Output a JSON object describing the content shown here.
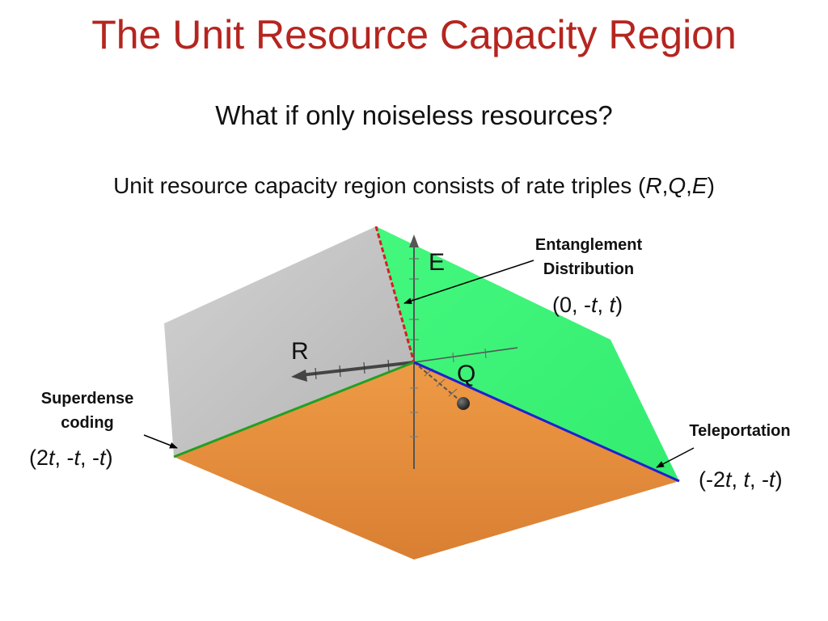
{
  "slide": {
    "title": "The Unit Resource Capacity Region",
    "subtitle": "What if only noiseless resources?",
    "description": {
      "text": "Unit resource capacity region consists of rate triples (",
      "r": "R",
      "comma1": ",",
      "q": "Q",
      "comma2": ",",
      "e": "E",
      "close": ")"
    }
  },
  "axes": {
    "e_label": "E",
    "r_label": "R",
    "q_label": "Q"
  },
  "labels": {
    "entanglement": {
      "line1": "Entanglement",
      "line2": "Distribution"
    },
    "superdense": {
      "line1": "Superdense",
      "line2": "coding"
    },
    "teleportation": {
      "line1": "Teleportation"
    }
  },
  "coordinates": {
    "entanglement": {
      "open": "(0, -",
      "t1": "t",
      "sep": ", ",
      "t2": "t",
      "close": ")"
    },
    "superdense": {
      "open": "(2",
      "t1": "t",
      "sep1": ", -",
      "t2": "t",
      "sep2": ", -",
      "t3": "t",
      "close": ")"
    },
    "teleportation": {
      "open": "(-2",
      "t1": "t",
      "sep1": ", ",
      "t2": "t",
      "sep2": ", -",
      "t3": "t",
      "close": ")"
    }
  },
  "colors": {
    "title": "#b5251f",
    "gray_face": "#c8c8c8",
    "green_face": "#3ff57a",
    "orange_face": "#ea913f",
    "edge_red": "#d42020",
    "edge_green": "#22a022",
    "edge_blue": "#2020d0"
  }
}
